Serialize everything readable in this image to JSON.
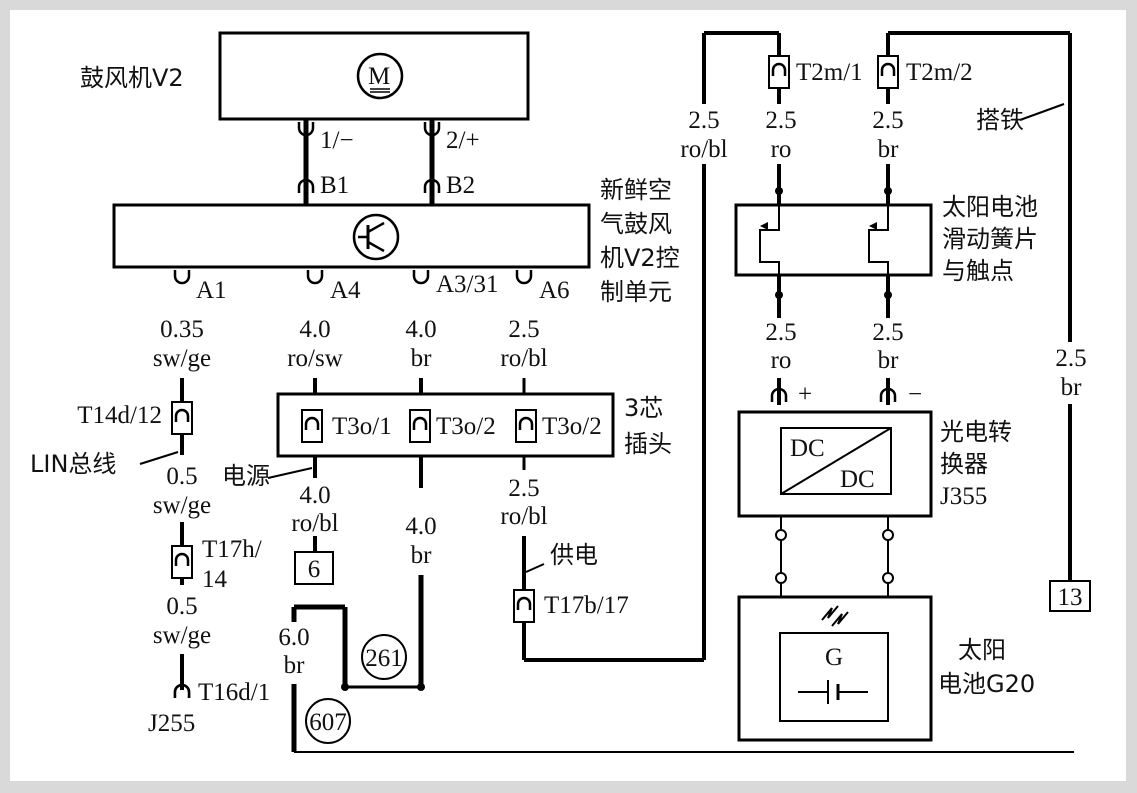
{
  "blower": {
    "label": "鼓风机V2",
    "motor_symbol": "M",
    "pin1": "1/−",
    "pin2": "2/+"
  },
  "controller": {
    "label_lines": [
      "新鲜空",
      "气鼓风",
      "机V2控",
      "制单元"
    ],
    "pins": {
      "b1": "B1",
      "b2": "B2",
      "a1": "A1",
      "a4": "A4",
      "a3": "A3/31",
      "a6": "A6"
    }
  },
  "wires": {
    "a1_size": "0.35",
    "a1_color": "sw/ge",
    "a4_size": "4.0",
    "a4_color": "ro/sw",
    "a3_size": "4.0",
    "a3_color": "br",
    "a6_size": "2.5",
    "a6_color": "ro/bl",
    "lin_size1": "0.5",
    "lin_color1": "sw/ge",
    "lin_size2": "0.5",
    "lin_color2": "sw/ge",
    "pwr_size": "4.0",
    "pwr_color": "ro/bl",
    "gnd_size": "4.0",
    "gnd_color": "br",
    "supply_size": "2.5",
    "supply_color": "ro/bl",
    "ground_main_size": "6.0",
    "ground_main_color": "br",
    "top_left_size": "2.5",
    "top_left_color": "ro/bl",
    "solar_ro_size": "2.5",
    "solar_ro_color": "ro",
    "solar_br_size": "2.5",
    "solar_br_color": "br",
    "contact_ro_size": "2.5",
    "contact_ro_color": "ro",
    "contact_br_size": "2.5",
    "contact_br_color": "br",
    "earth_size": "2.5",
    "earth_color": "br"
  },
  "connectors": {
    "t14d": "T14d/12",
    "t17h_1": "T17h/",
    "t17h_2": "14",
    "t16d": "T16d/1",
    "t3o_1": "T3o/1",
    "t3o_2a": "T3o/2",
    "t3o_2b": "T3o/2",
    "t17b": "T17b/17",
    "t2m_1": "T2m/1",
    "t2m_2": "T2m/2",
    "plug_label_1": "3芯",
    "plug_label_2": "插头"
  },
  "annotations": {
    "lin_bus": "LIN总线",
    "power": "电源",
    "supply": "供电",
    "earth_strap": "搭铁",
    "j255": "J255"
  },
  "refs": {
    "ref6": "6",
    "ref13": "13",
    "ref261": "261",
    "ref607": "607"
  },
  "solar_contacts": {
    "label_lines": [
      "太阳电池",
      "滑动簧片",
      "与触点"
    ]
  },
  "converter": {
    "label_lines": [
      "光电转",
      "换器",
      "J355"
    ],
    "dc_in": "DC",
    "dc_out": "DC",
    "plus": "+",
    "minus": "−"
  },
  "solar_cell": {
    "label_lines": [
      "太阳",
      "电池G20"
    ],
    "symbol": "G"
  }
}
